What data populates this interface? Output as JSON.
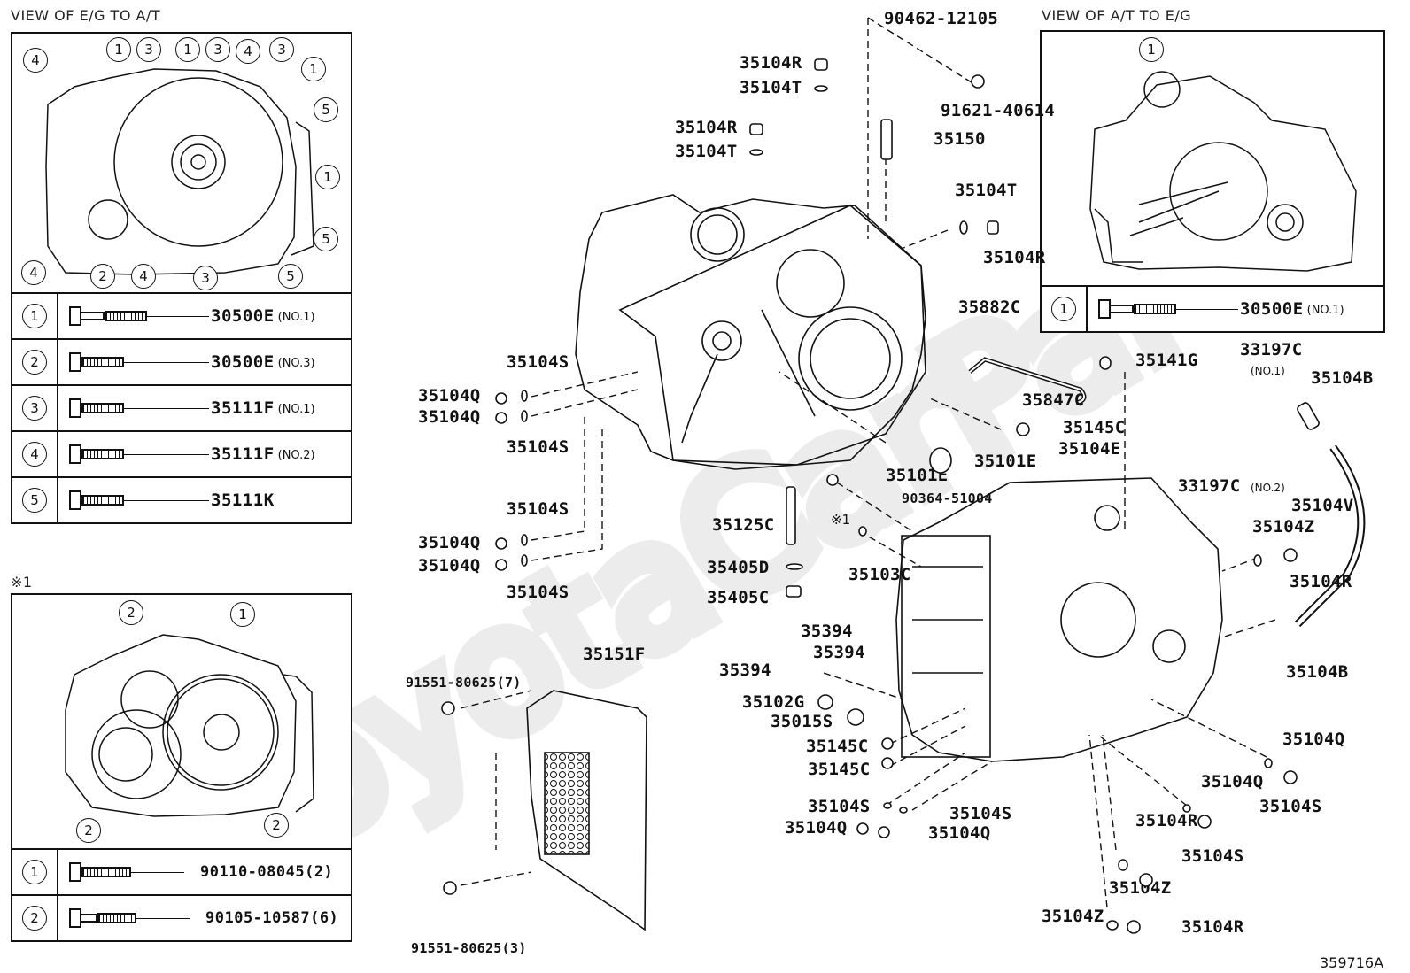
{
  "diagram": {
    "reference_code": "359716A",
    "watermark": "ToyotaCarParts"
  },
  "view_eg_to_at": {
    "caption": "VIEW OF E/G TO A/T",
    "callouts": [
      "4",
      "1",
      "3",
      "1",
      "3",
      "4",
      "3",
      "1",
      "5",
      "1",
      "5",
      "4",
      "2",
      "4",
      "3",
      "5"
    ],
    "legend": [
      {
        "num": "1",
        "part": "30500E",
        "note": "(NO.1)"
      },
      {
        "num": "2",
        "part": "30500E",
        "note": "(NO.3)"
      },
      {
        "num": "3",
        "part": "35111F",
        "note": "(NO.1)"
      },
      {
        "num": "4",
        "part": "35111F",
        "note": "(NO.2)"
      },
      {
        "num": "5",
        "part": "35111K",
        "note": ""
      }
    ]
  },
  "view_note1": {
    "caption": "※1",
    "callouts": [
      "2",
      "1",
      "2",
      "2"
    ],
    "legend": [
      {
        "num": "1",
        "part": "90110-08045(2)",
        "note": ""
      },
      {
        "num": "2",
        "part": "90105-10587(6)",
        "note": ""
      }
    ]
  },
  "view_at_to_eg": {
    "caption": "VIEW OF A/T TO E/G",
    "callouts": [
      "1"
    ],
    "legend": [
      {
        "num": "1",
        "part": "30500E",
        "note": "(NO.1)"
      }
    ]
  },
  "parts": {
    "p90462": "90462-12105",
    "p91621": "91621-40614",
    "p35104R_a": "35104R",
    "p35104T_a": "35104T",
    "p35104R_b": "35104R",
    "p35104T_b": "35104T",
    "p35150": "35150",
    "p35104T_c": "35104T",
    "p35104R_c": "35104R",
    "p35882C": "35882C",
    "p35847C": "35847C",
    "p35145C_a": "35145C",
    "p35101E_a": "35101E",
    "p35101E_b": "35101E",
    "p90364": "90364-51004",
    "p35104E": "35104E",
    "p35141G": "35141G",
    "p33197C_1": "33197C",
    "p33197C_1_note": "(NO.1)",
    "p35104B_a": "35104B",
    "p33197C_2": "33197C",
    "p33197C_2_note": "(NO.2)",
    "p35104V": "35104V",
    "p35104Z_a": "35104Z",
    "p35104R_d": "35104R",
    "p35104B_b": "35104B",
    "p35104S_a": "35104S",
    "p35104Q_a": "35104Q",
    "p35104Q_b": "35104Q",
    "p35104S_b": "35104S",
    "p35104S_c": "35104S",
    "p35104Q_c": "35104Q",
    "p35104Q_d": "35104Q",
    "p35104S_d": "35104S",
    "p35125C": "35125C",
    "note1_marker": "※1",
    "p35103C": "35103C",
    "p35405D": "35405D",
    "p35405C": "35405C",
    "p35394_a": "35394",
    "p35394_b": "35394",
    "p35394_c": "35394",
    "p35102G": "35102G",
    "p35015S": "35015S",
    "p35145C_b": "35145C",
    "p35145C_c": "35145C",
    "p35104S_e": "35104S",
    "p35104S_f": "35104S",
    "p35104Q_e": "35104Q",
    "p35104Q_f": "35104Q",
    "p35151F": "35151F",
    "p91551_7": "91551-80625(7)",
    "p91551_3": "91551-80625(3)",
    "p35104Q_g": "35104Q",
    "p35104S_g": "35104S",
    "p35104Q_h": "35104Q",
    "p35104R_e": "35104R",
    "p35104S_h": "35104S",
    "p35104Z_b": "35104Z",
    "p35104Z_c": "35104Z",
    "p35104R_f": "35104R"
  }
}
